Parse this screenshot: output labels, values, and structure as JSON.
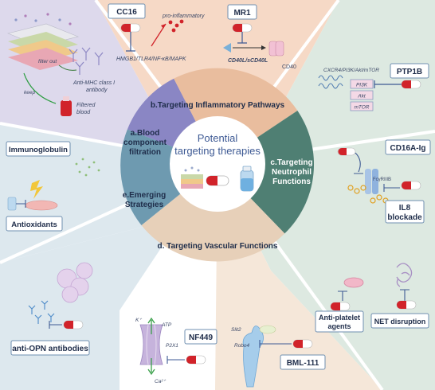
{
  "center": {
    "line1": "Potential",
    "line2": "targeting therapies"
  },
  "sectors": {
    "a": {
      "line1": "a.Blood",
      "line2": "component",
      "line3": "filtration"
    },
    "b": {
      "label": "b.Targeting Inflammatory Pathways"
    },
    "c": {
      "line1": "c.Targeting",
      "line2": "Neutrophil",
      "line3": "Functions"
    },
    "d": {
      "label": "d. Targeting Vascular Functions"
    },
    "e": {
      "line1": "e.Emerging",
      "line2": "Strategies"
    }
  },
  "panels": {
    "filtration": {
      "filter_out": "filter out",
      "keep": "keep",
      "anti_mhc_1": "Anti-MHC class I",
      "anti_mhc_2": "antibody",
      "filtered_1": "Filtered",
      "filtered_2": "blood"
    },
    "cc16": {
      "title": "CC16",
      "pro_inflammatory": "pro-inflammatory",
      "pathway": "HMGB1/TLR4/NF-κB/MAPK"
    },
    "mr1": {
      "title": "MR1",
      "ligand": "CD40L/sCD40L",
      "receptor": "CD40"
    },
    "ptp1b": {
      "title": "PTP1B",
      "pathway": "CXCR4/PI3K/Akt/mTOR",
      "pi3k": "PI3K",
      "akt": "Akt",
      "mtor": "mTOR"
    },
    "cd16a": {
      "title": "CD16A-Ig",
      "receptor": "FcγRIIIB"
    },
    "il8": {
      "line1": "IL8",
      "line2": "blockade"
    },
    "antiplatelet": {
      "line1": "Anti-platelet",
      "line2": "agents"
    },
    "net": {
      "title": "NET disruption"
    },
    "bml": {
      "title": "BML-111",
      "slit2": "Slit2",
      "robo4": "Robo4"
    },
    "nf449": {
      "title": "NF449",
      "k": "K⁺",
      "atp": "ATP",
      "p2x1": "P2X1",
      "ca": "Ca²⁺"
    },
    "opn": {
      "title": "anti-OPN antibodies"
    },
    "immuno": {
      "title": "Immunoglobulin"
    },
    "antiox": {
      "title": "Antioxidants"
    }
  },
  "colors": {
    "sector_a": "#8a86c4",
    "sector_b": "#e9bd9e",
    "sector_c": "#4f7f73",
    "sector_d": "#e7d0b9",
    "sector_e": "#6e9ab0",
    "bg_a": "#ddd9ec",
    "bg_b": "#f6d9c6",
    "bg_c": "#dde9e1",
    "bg_e": "#dde8ee",
    "bg_d": "#f5e7d9"
  }
}
